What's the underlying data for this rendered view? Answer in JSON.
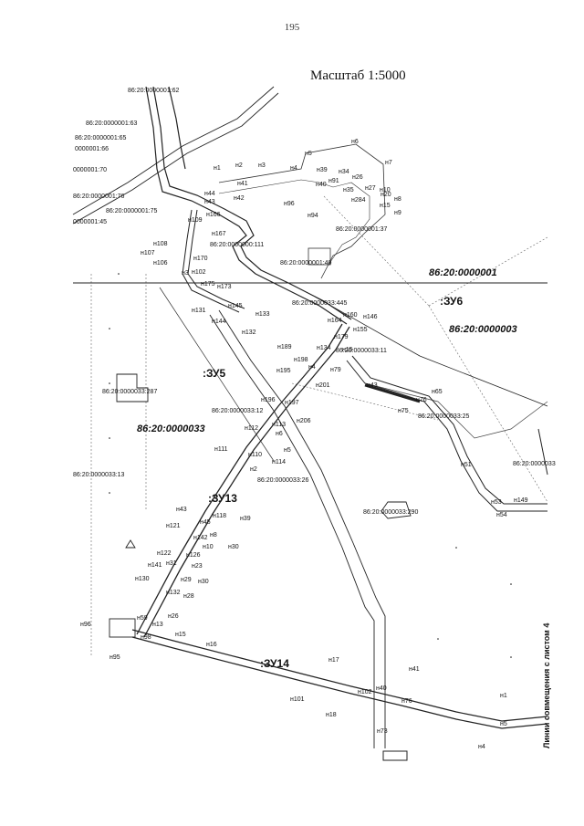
{
  "page_number": "195",
  "scale": "Масштаб 1:5000",
  "side_note": "Линии совмещения с листом 4",
  "zones": [
    "86:20:0000001",
    "86:20:0000003",
    "86:20:0000033"
  ],
  "parcels": [
    ":ЗУ6",
    ":ЗУ5",
    ":ЗУ13",
    ":ЗУ14"
  ],
  "cadastral_labels": [
    "86:20:0000001:62",
    "86:20:0000001:63",
    "86:20:0000001:65",
    "0000001:66",
    "0000001:70",
    "86:20:0000001:76",
    "86:20:0000001:75",
    "0000001:45",
    "86:20:0000000:111",
    "86:20:0000001:37",
    "86:20:0000001:40",
    "86:20:0000033:445",
    "86:20:0000033:11",
    "86:20:0000033:287",
    "86:20:0000033:12",
    "86:20:0000033:25",
    "86:20:0000033:13",
    "86:20:0000033:26",
    "86:20:0000033:290",
    "86:20:0000033"
  ],
  "point_labels": [
    "н1",
    "н2",
    "н3",
    "н4",
    "н5",
    "н6",
    "н7",
    "н8",
    "н9",
    "н10",
    "н15",
    "н20",
    "н26",
    "н27",
    "н34",
    "н35",
    "н39",
    "н40",
    "н41",
    "н42",
    "н43",
    "н44",
    "н91",
    "н94",
    "н96",
    "н284",
    "н102",
    "н106",
    "н107",
    "н108",
    "н109",
    "н166",
    "н167",
    "н170",
    "н173",
    "н175",
    "н3",
    "н131",
    "н133",
    "н144",
    "н145",
    "н132",
    "н155",
    "н164",
    "н146",
    "н179",
    "н160",
    "н134",
    "н15",
    "н189",
    "н198",
    "н195",
    "н4",
    "н79",
    "н201",
    "н43",
    "н65",
    "н76",
    "н75",
    "н196",
    "н197",
    "н206",
    "н6",
    "н112",
    "н113",
    "н114",
    "н5",
    "н111",
    "н110",
    "н2",
    "н51",
    "н53",
    "н149",
    "н54",
    "н118",
    "н39",
    "н43",
    "н121",
    "н45",
    "н8",
    "н142",
    "н10",
    "н30",
    "н122",
    "н126",
    "н141",
    "н31",
    "н23",
    "н130",
    "н29",
    "н30",
    "н132",
    "н28",
    "н26",
    "н59",
    "н13",
    "н15",
    "н16",
    "н96",
    "н95",
    "н98",
    "н17",
    "н41",
    "н40",
    "н101",
    "н102",
    "н76",
    "н18",
    "н73",
    "н1",
    "н5",
    "н4"
  ]
}
